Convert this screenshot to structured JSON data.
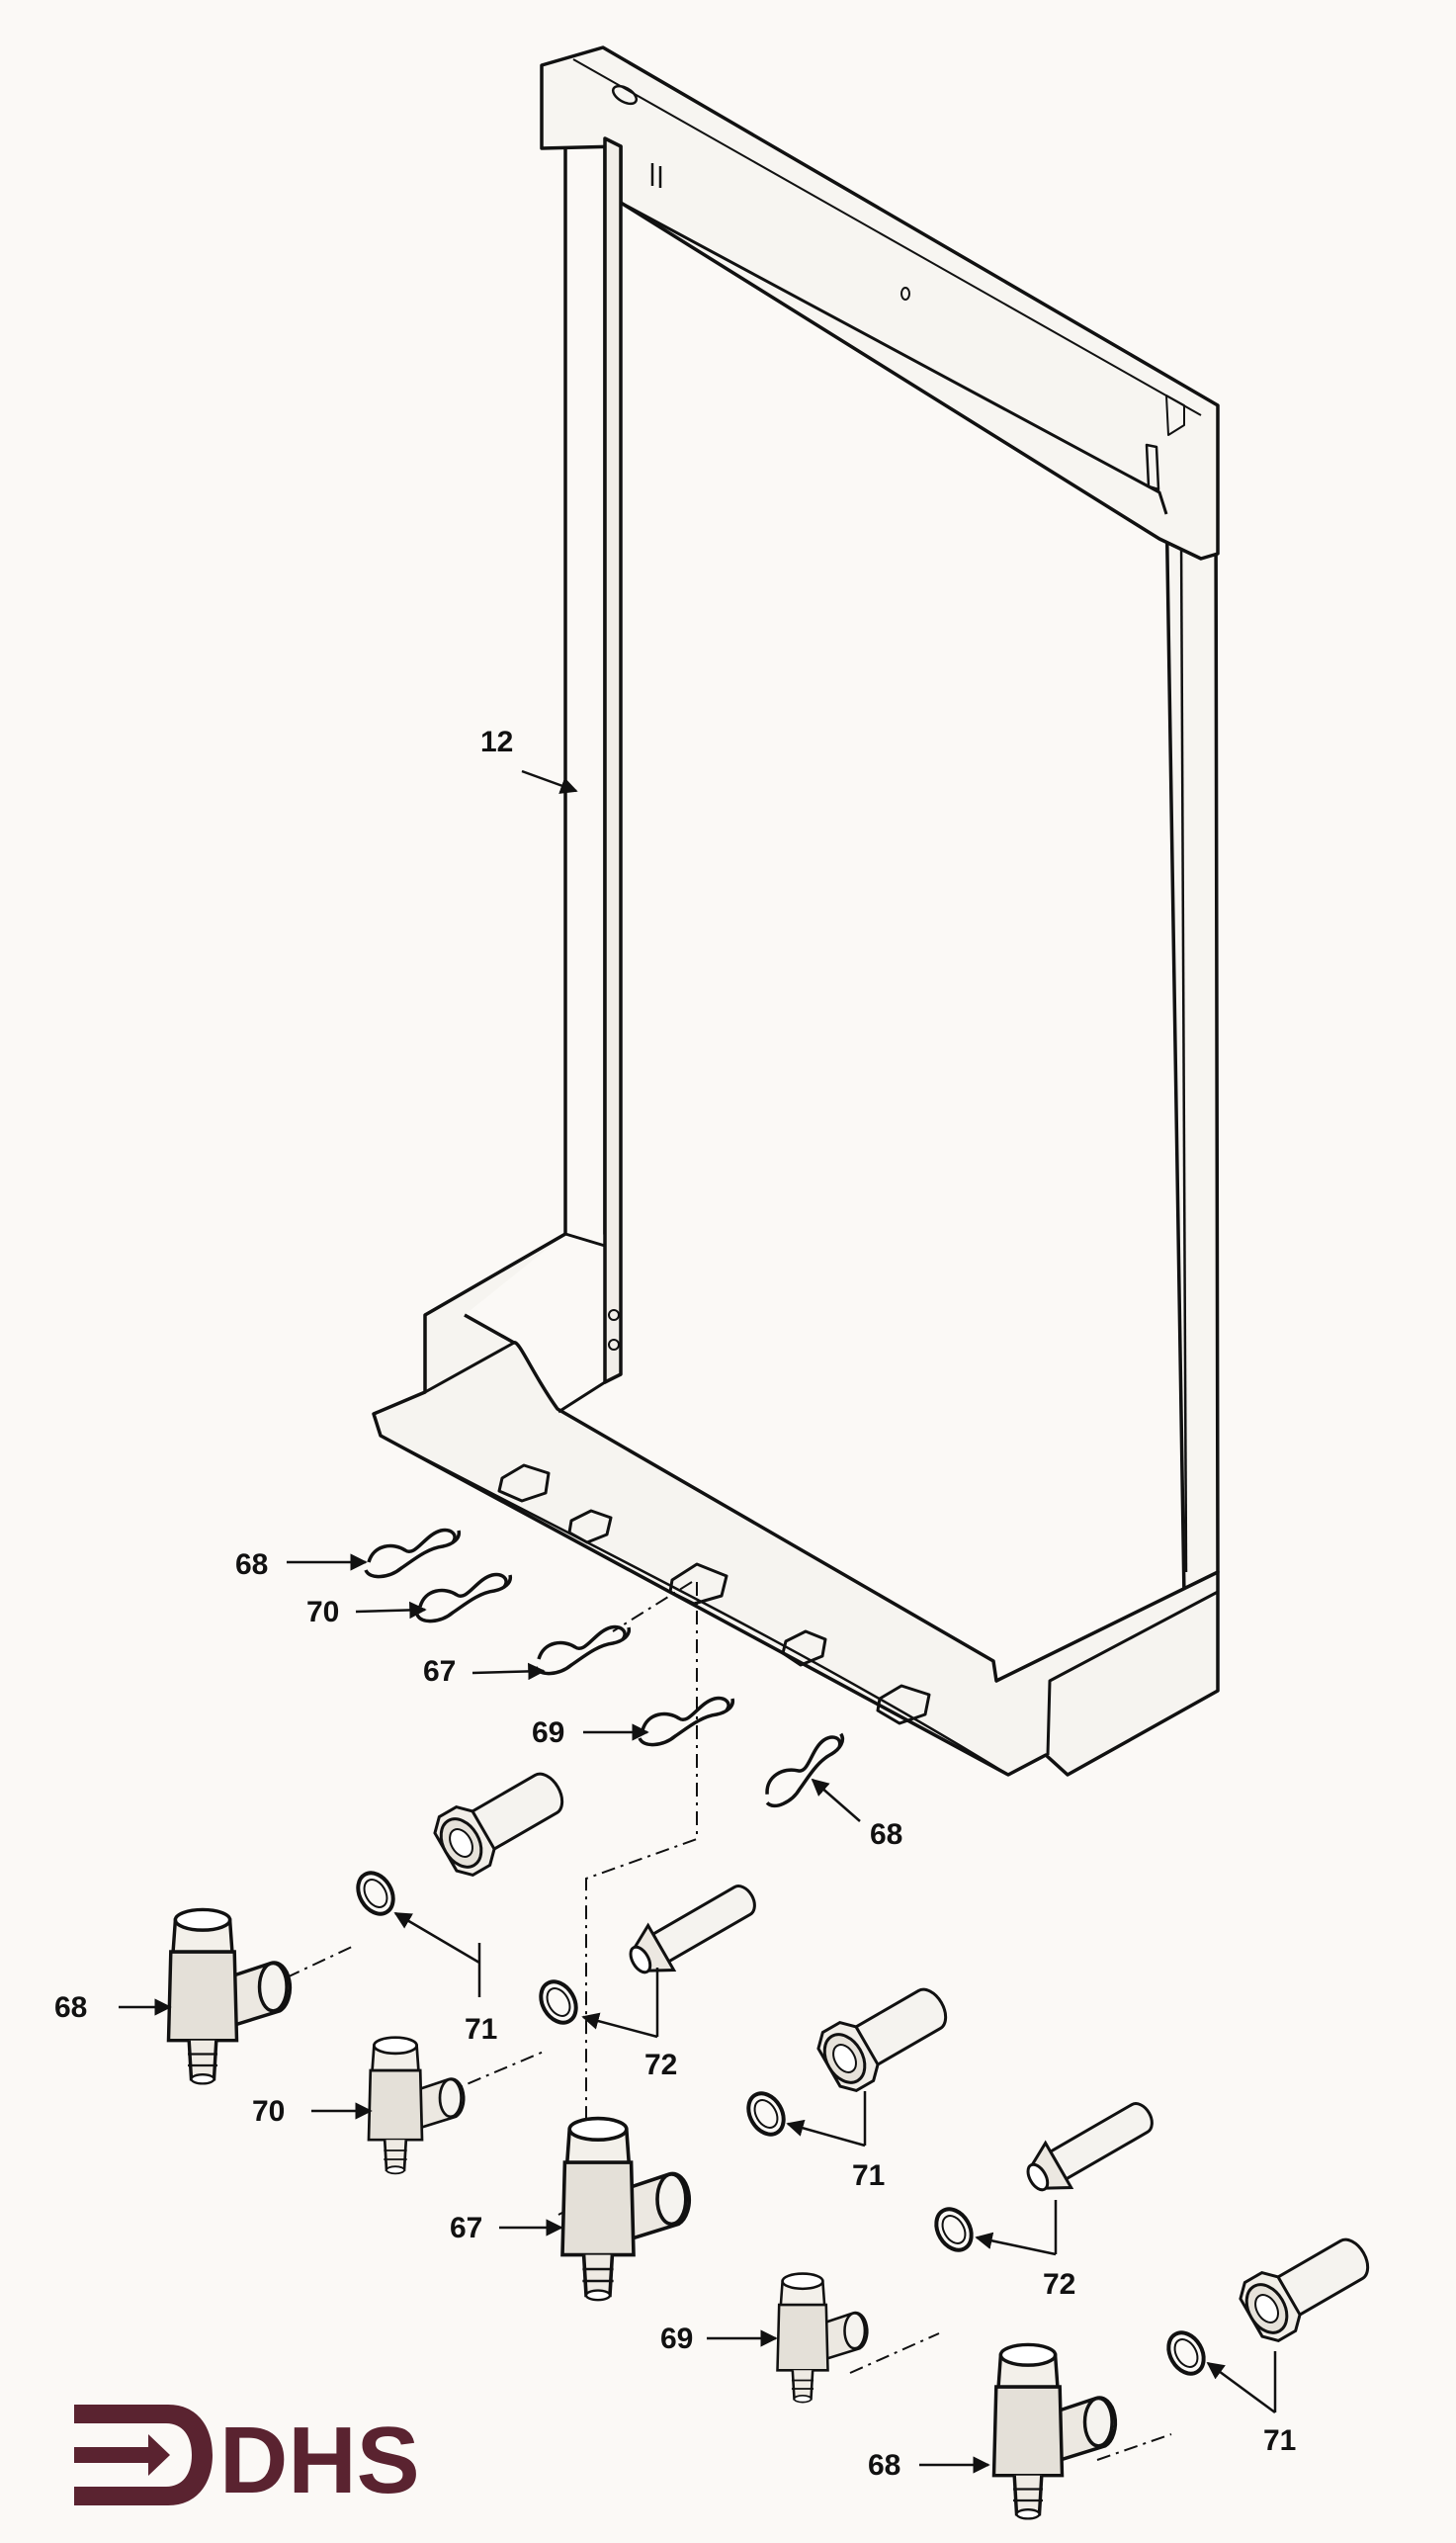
{
  "colors": {
    "background": "#fbf9f6",
    "ink": "#111111",
    "brand": "#5a2330"
  },
  "logo": {
    "text": "DHS",
    "icon": "arrow-bracket-icon"
  },
  "callouts": {
    "frame": "12",
    "clip_68_a": "68",
    "clip_70": "70",
    "clip_67": "67",
    "clip_69": "69",
    "clip_68_b": "68",
    "sleeve_71_a": "71",
    "sleeve_72_a": "72",
    "valve_68_a": "68",
    "valve_70": "70",
    "sleeve_71_b": "71",
    "valve_67": "67",
    "sleeve_72_b": "72",
    "valve_69": "69",
    "sleeve_71_c": "71",
    "valve_68_b": "68"
  }
}
